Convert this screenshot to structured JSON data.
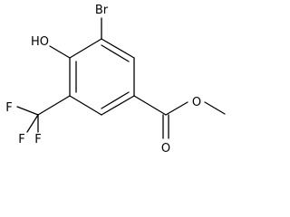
{
  "molecule": {
    "atoms": {
      "bromine": "Br",
      "hydroxyl": "HO",
      "fluorine_top": "F",
      "fluorine_left": "F",
      "fluorine_bottom": "F",
      "carbonyl_oxygen": "O",
      "ester_oxygen": "O"
    },
    "colors": {
      "ink": "#000000",
      "background": "#ffffff"
    }
  }
}
